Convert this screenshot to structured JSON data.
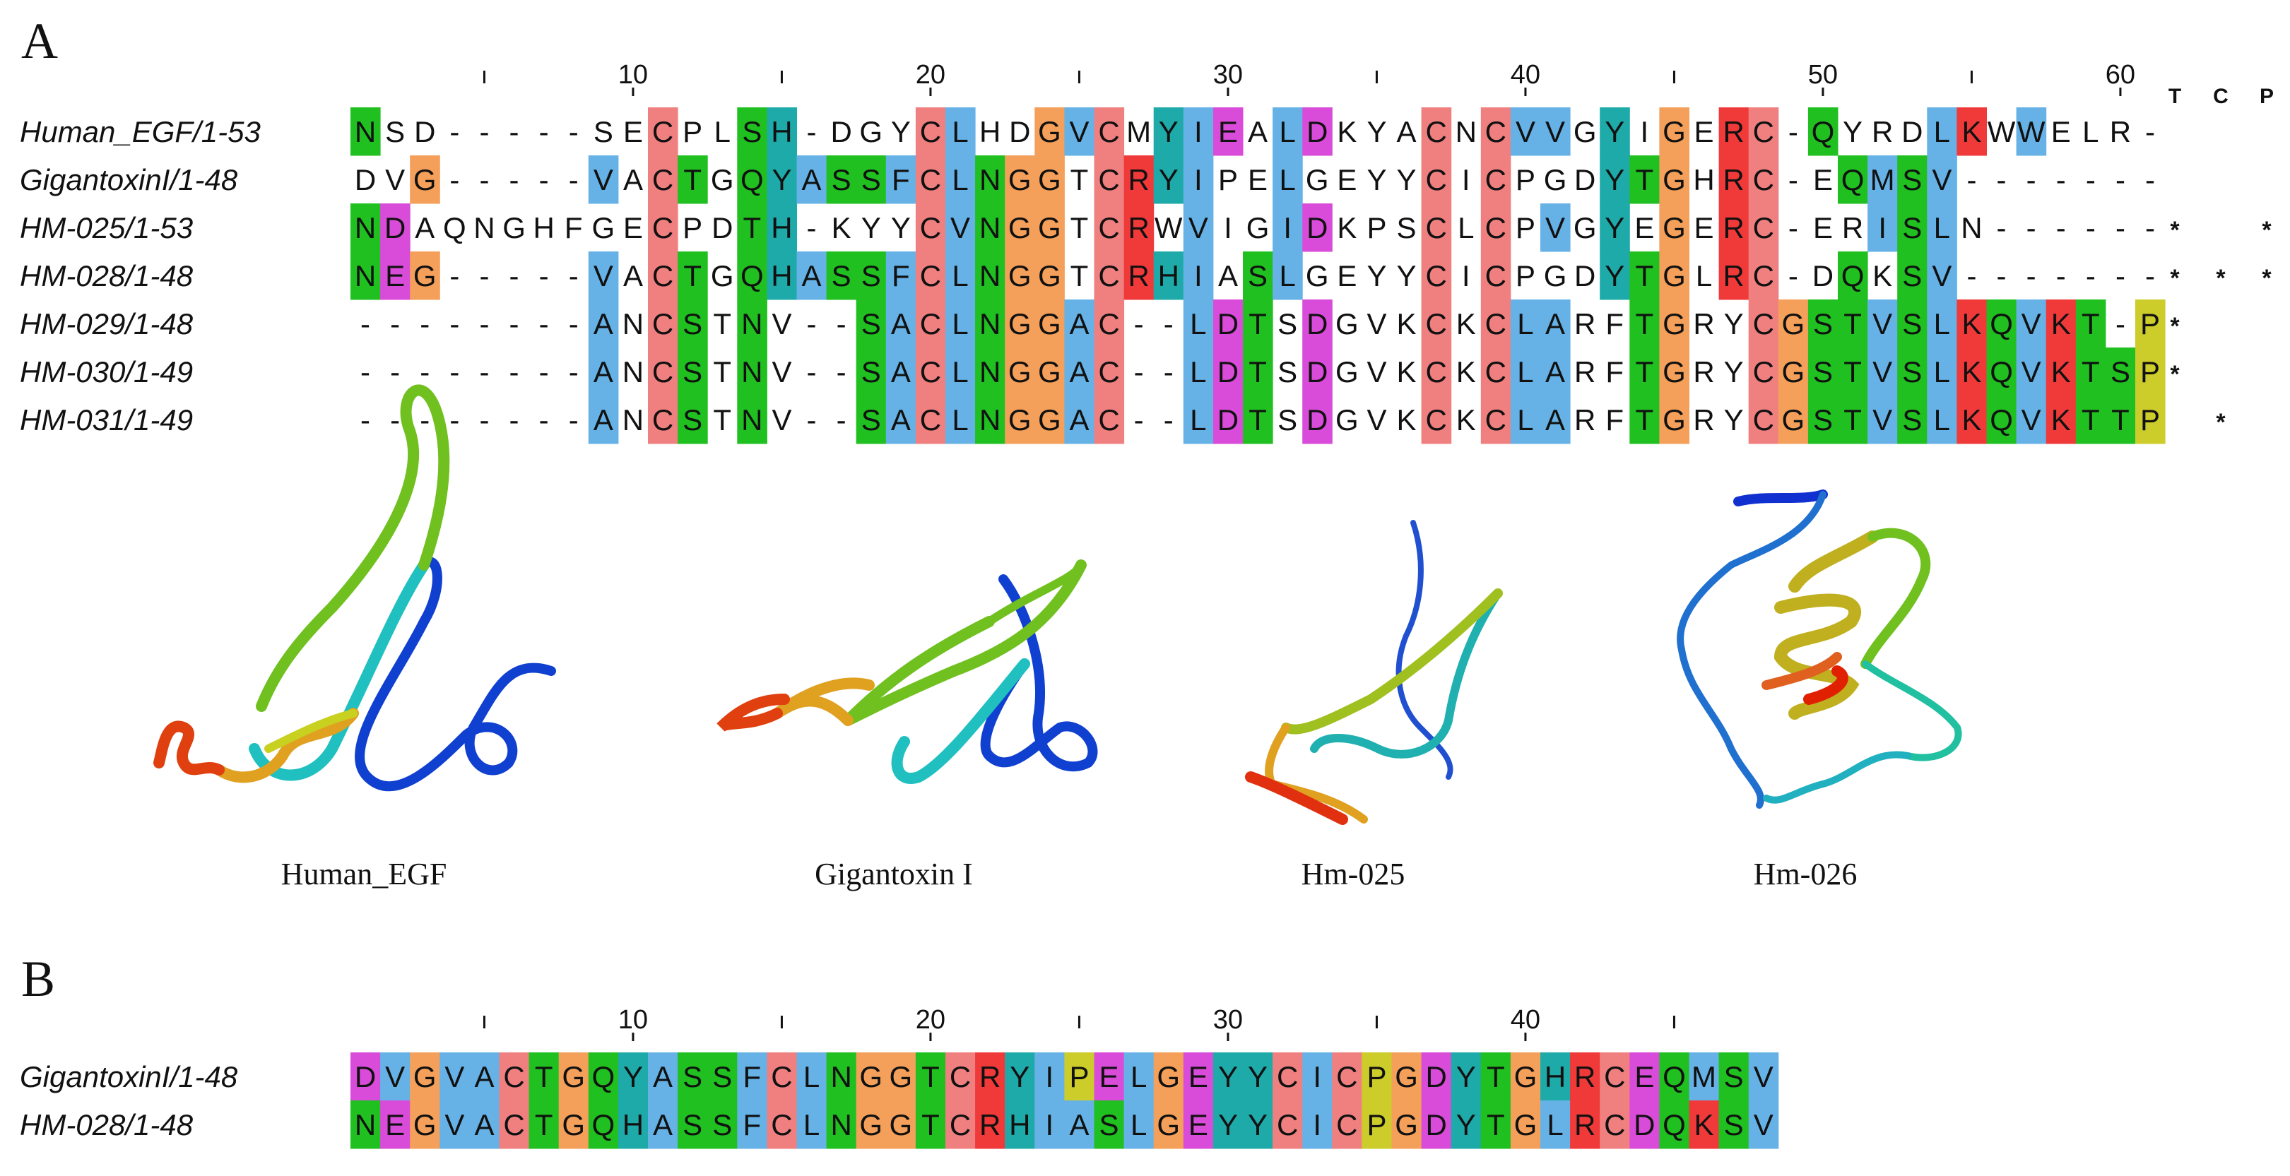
{
  "panels": {
    "a_label": "A",
    "b_label": "B"
  },
  "alignment_a": {
    "ruler_labels": [
      "10",
      "20",
      "30",
      "40",
      "50",
      "60"
    ],
    "ruler_positions": [
      10,
      20,
      30,
      40,
      50,
      60
    ],
    "tcp_headers": [
      "T",
      "C",
      "P"
    ],
    "sequences": [
      {
        "name": "Human_EGF/1-53",
        "seq": "NSD-----SECPLSH-DGYCLHDGVCMYIEALDKYACNCVVGYIGERC-QYRDLKWWELR-",
        "marks": [
          "",
          "",
          ""
        ]
      },
      {
        "name": "GigantoxinI/1-48",
        "seq": "DVG-----VACTGQYASSFCLNGGTCRYIPELGEYYCICPGDYTGHRC-EQMSV-------",
        "marks": [
          "",
          "",
          ""
        ]
      },
      {
        "name": "HM-025/1-53",
        "seq": "NDAQNGHFGECPDTH-KYYCVNGGTCRWVIGIDKPSCLCPVGYEGERC-ERISLN------",
        "marks": [
          "*",
          "",
          "*"
        ]
      },
      {
        "name": "HM-028/1-48",
        "seq": "NEG-----VACTGQHASSFCLNGGTCRHIASLGEYYCICPGDYTGLRC-DQKSV-------",
        "marks": [
          "*",
          "*",
          "*"
        ]
      },
      {
        "name": "HM-029/1-48",
        "seq": "--------ANCSTNV--SACLNGGAC--LDTSDGVKCKCLARFTGRYCGSTVSLKQVKT-P",
        "marks": [
          "*",
          "",
          ""
        ]
      },
      {
        "name": "HM-030/1-49",
        "seq": "--------ANCSTNV--SACLNGGAC--LDTSDGVKCKCLARFTGRYCGSTVSLKQVKTSP",
        "marks": [
          "*",
          "",
          ""
        ]
      },
      {
        "name": "HM-031/1-49",
        "seq": "--------ANCSTNV--SACLNGGAC--LDTSDGVKCKCLARFTGRYCGSTVSLKQVKTTP",
        "marks": [
          "",
          "*",
          ""
        ]
      }
    ]
  },
  "structures": [
    {
      "label": "Human_EGF"
    },
    {
      "label": "Gigantoxin I"
    },
    {
      "label": "Hm-025"
    },
    {
      "label": "Hm-026"
    }
  ],
  "alignment_b": {
    "ruler_labels": [
      "10",
      "20",
      "30",
      "40"
    ],
    "ruler_positions": [
      10,
      20,
      30,
      40
    ],
    "sequences": [
      {
        "name": "GigantoxinI/1-48",
        "seq": "DVGVACTGQYASSFCLNGGTCRYIPELGEYYCICPGDYTGHRCEQMSV"
      },
      {
        "name": "HM-028/1-48",
        "seq": "NEGVACTGQHASSFCLNGGTCRHIASLGEYYCICPGDYTGLRCDQKSV"
      }
    ]
  },
  "colors": {
    "C": "#f08080",
    "hydrophobic": "#66b2e6",
    "G": "#f4a05a",
    "P": "#cccc2a",
    "ST_N_Q": "#1fc01f",
    "DE": "#d94cd9",
    "RK": "#f03a3a",
    "HY": "#1faaaa"
  }
}
